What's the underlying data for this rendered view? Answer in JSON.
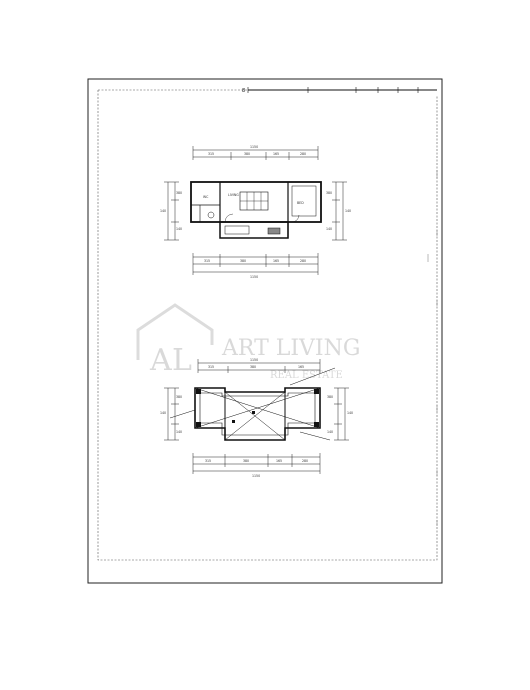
{
  "drawing": {
    "title_block_mark": "8",
    "plan_upper": {
      "dims_top_total": "1150",
      "dims_top_parts": [
        "315",
        "380",
        "165",
        "280"
      ],
      "dims_bottom_total": "1150",
      "dims_bottom_parts": [
        "315",
        "380",
        "165",
        "280"
      ],
      "dims_left": [
        "140",
        "380",
        "140"
      ],
      "dims_right": [
        "140",
        "380",
        "140"
      ],
      "room_labels": [
        "WC",
        "LIVING",
        "BED"
      ]
    },
    "plan_lower": {
      "dims_top_total": "1150",
      "dims_top_parts": [
        "315",
        "380",
        "165"
      ],
      "dims_bottom_total": "1150",
      "dims_bottom_parts": [
        "315",
        "380",
        "165",
        "280"
      ],
      "dims_left": [
        "140",
        "380",
        "140"
      ],
      "dims_right": [
        "140",
        "380",
        "140"
      ]
    }
  },
  "watermark": {
    "logo_text": "ART LIVING",
    "sub_text": "REAL ESTATE"
  }
}
